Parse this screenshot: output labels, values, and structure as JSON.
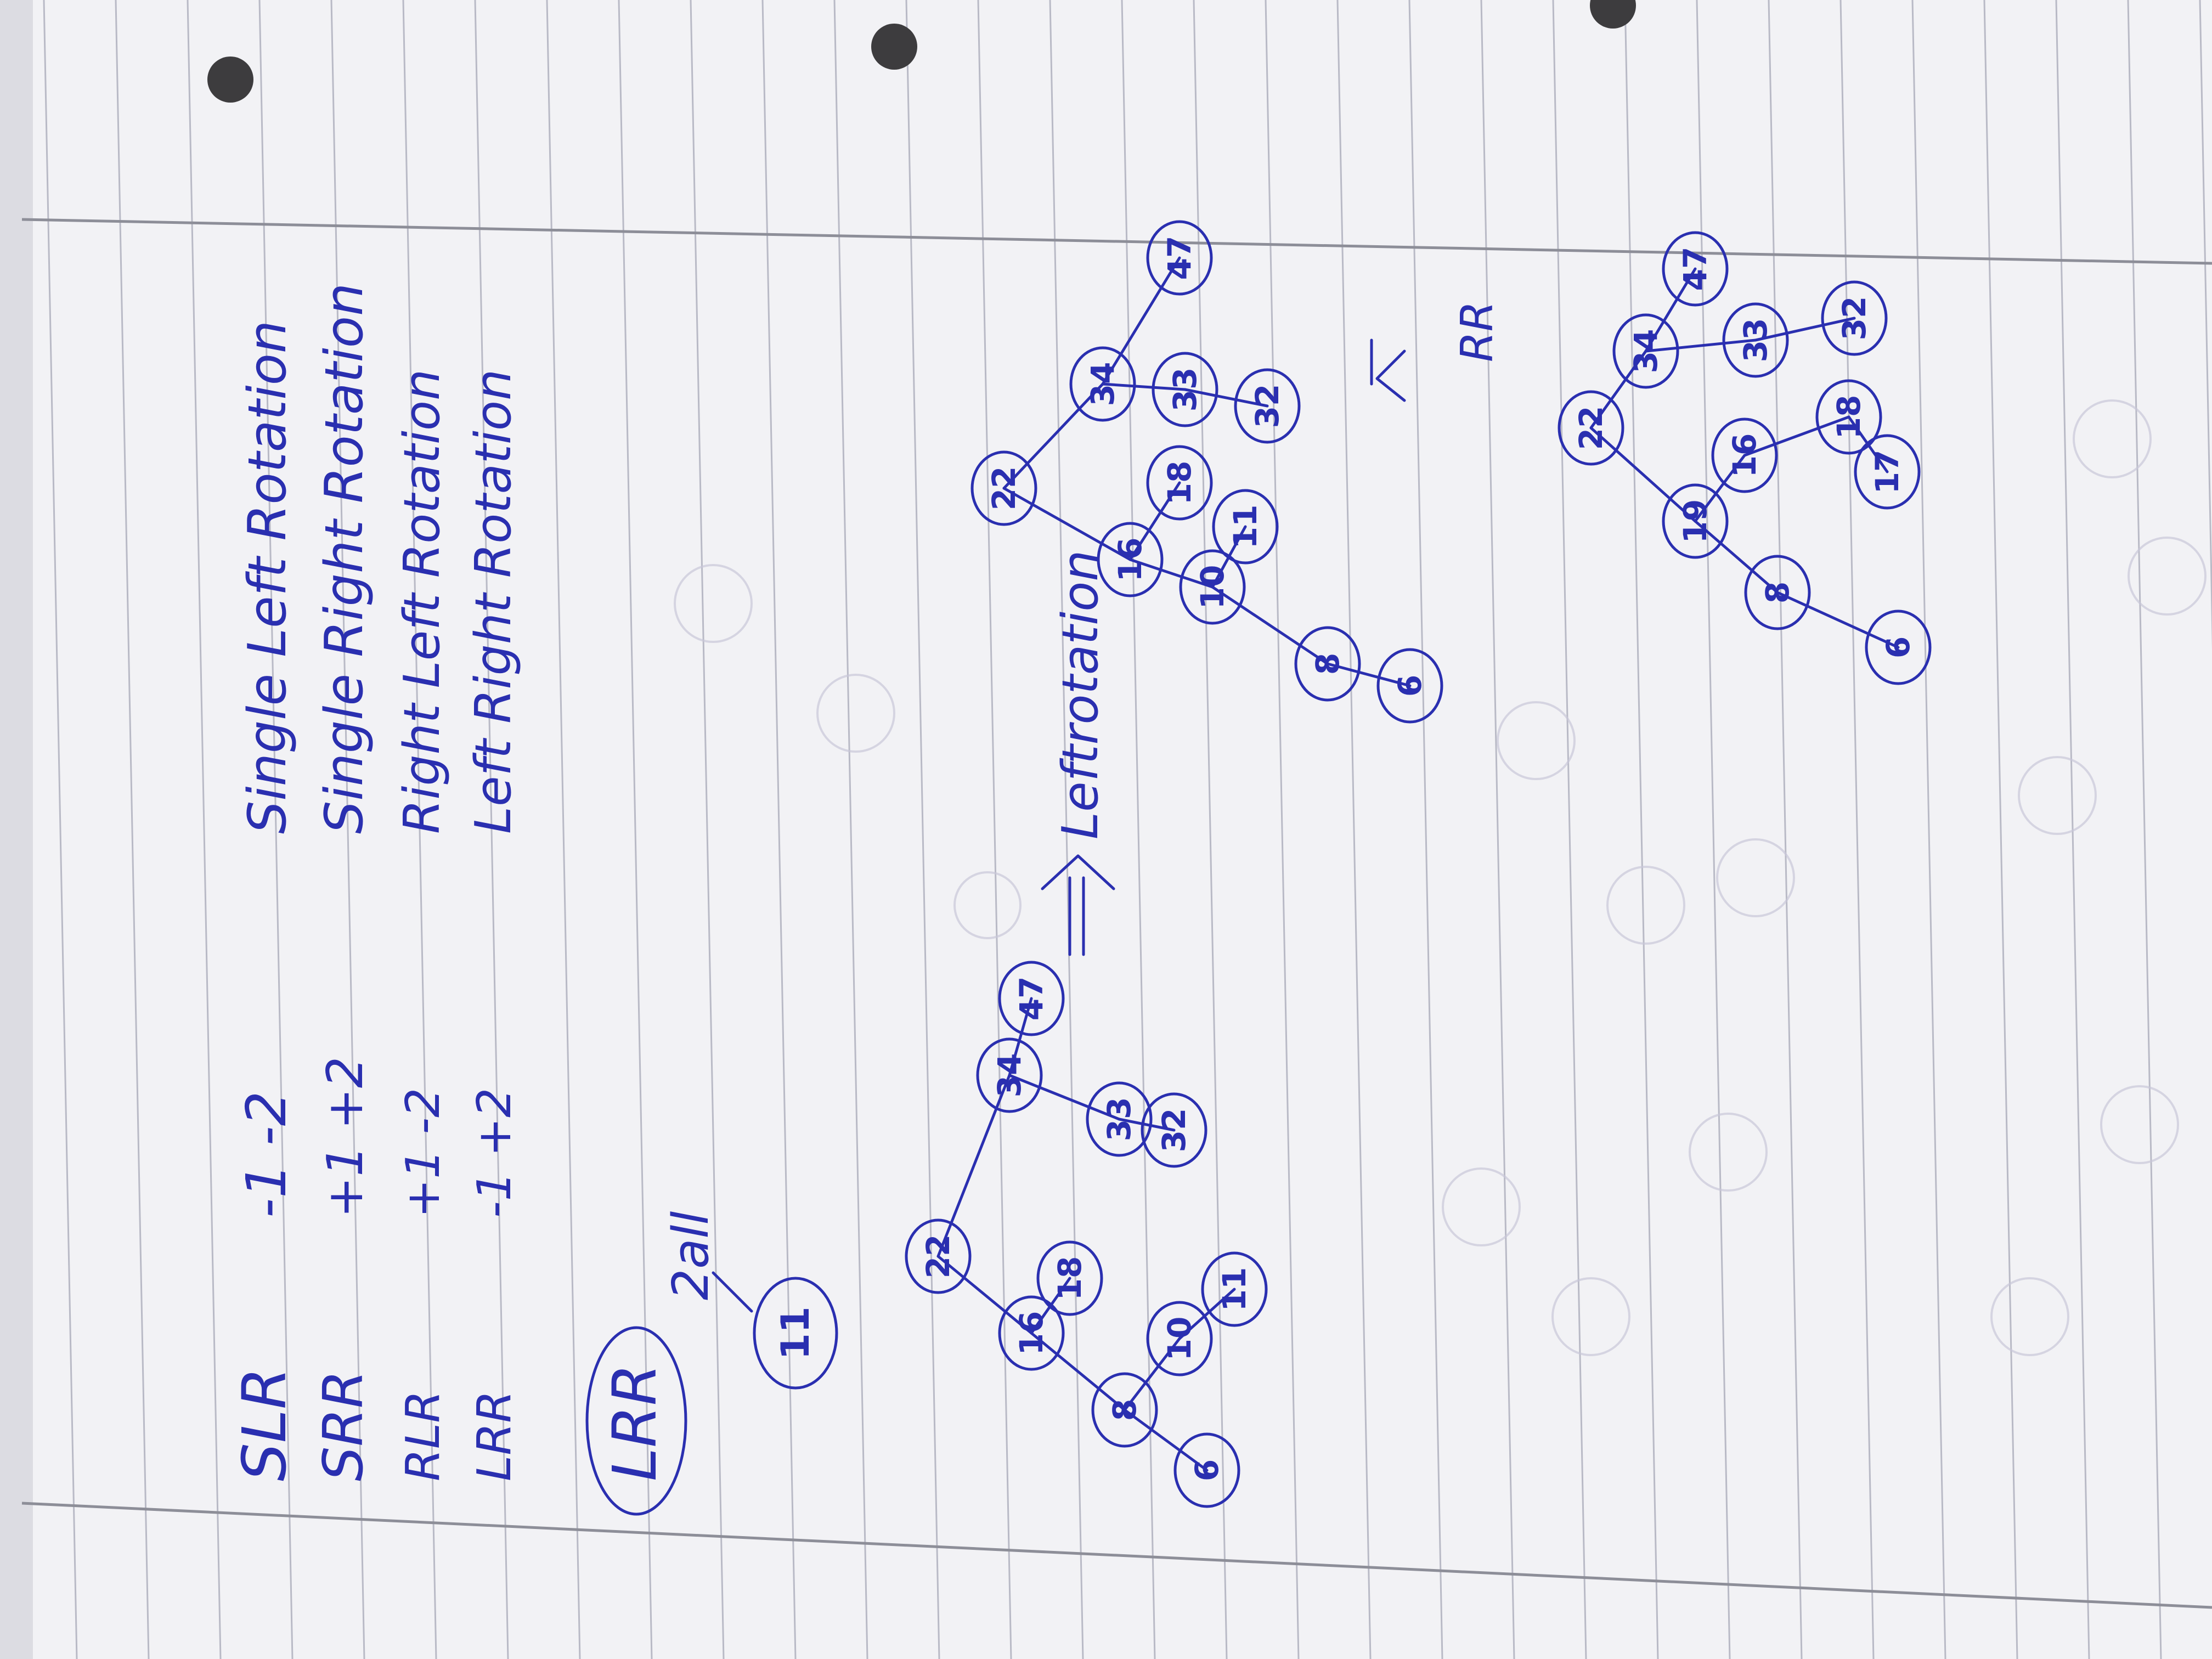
{
  "legend": [
    {
      "code": "SLR",
      "balance": "-1 -2",
      "meaning": "Single Left Rotation"
    },
    {
      "code": "SRR",
      "balance": "+1 +2",
      "meaning": "Single Right Rotation"
    },
    {
      "code": "RLR",
      "balance": "+1 -2",
      "meaning": "Right Left Rotation"
    },
    {
      "code": "LRR",
      "balance": "-1 +2",
      "meaning": "Left Right Rotation"
    }
  ],
  "section_label": "LRR",
  "step_label": "2all",
  "added_node": "11",
  "tree_before": {
    "nodes": [
      "22",
      "16",
      "8",
      "6",
      "10",
      "11",
      "18",
      "34",
      "33",
      "32",
      "47"
    ]
  },
  "arrow_label": "Leftrotation",
  "tree_middle": {
    "nodes": [
      "22",
      "16",
      "18",
      "10",
      "11",
      "8",
      "6",
      "34",
      "33",
      "32",
      "47"
    ]
  },
  "rr_label": "RR",
  "tree_after": {
    "nodes": [
      "22",
      "19",
      "16",
      "18",
      "17",
      "8",
      "6",
      "34",
      "33",
      "32",
      "47"
    ]
  },
  "colors": {
    "ink": "#2a2fb0",
    "paper": "#f3f3f6",
    "lines": "#b8b9c8"
  }
}
